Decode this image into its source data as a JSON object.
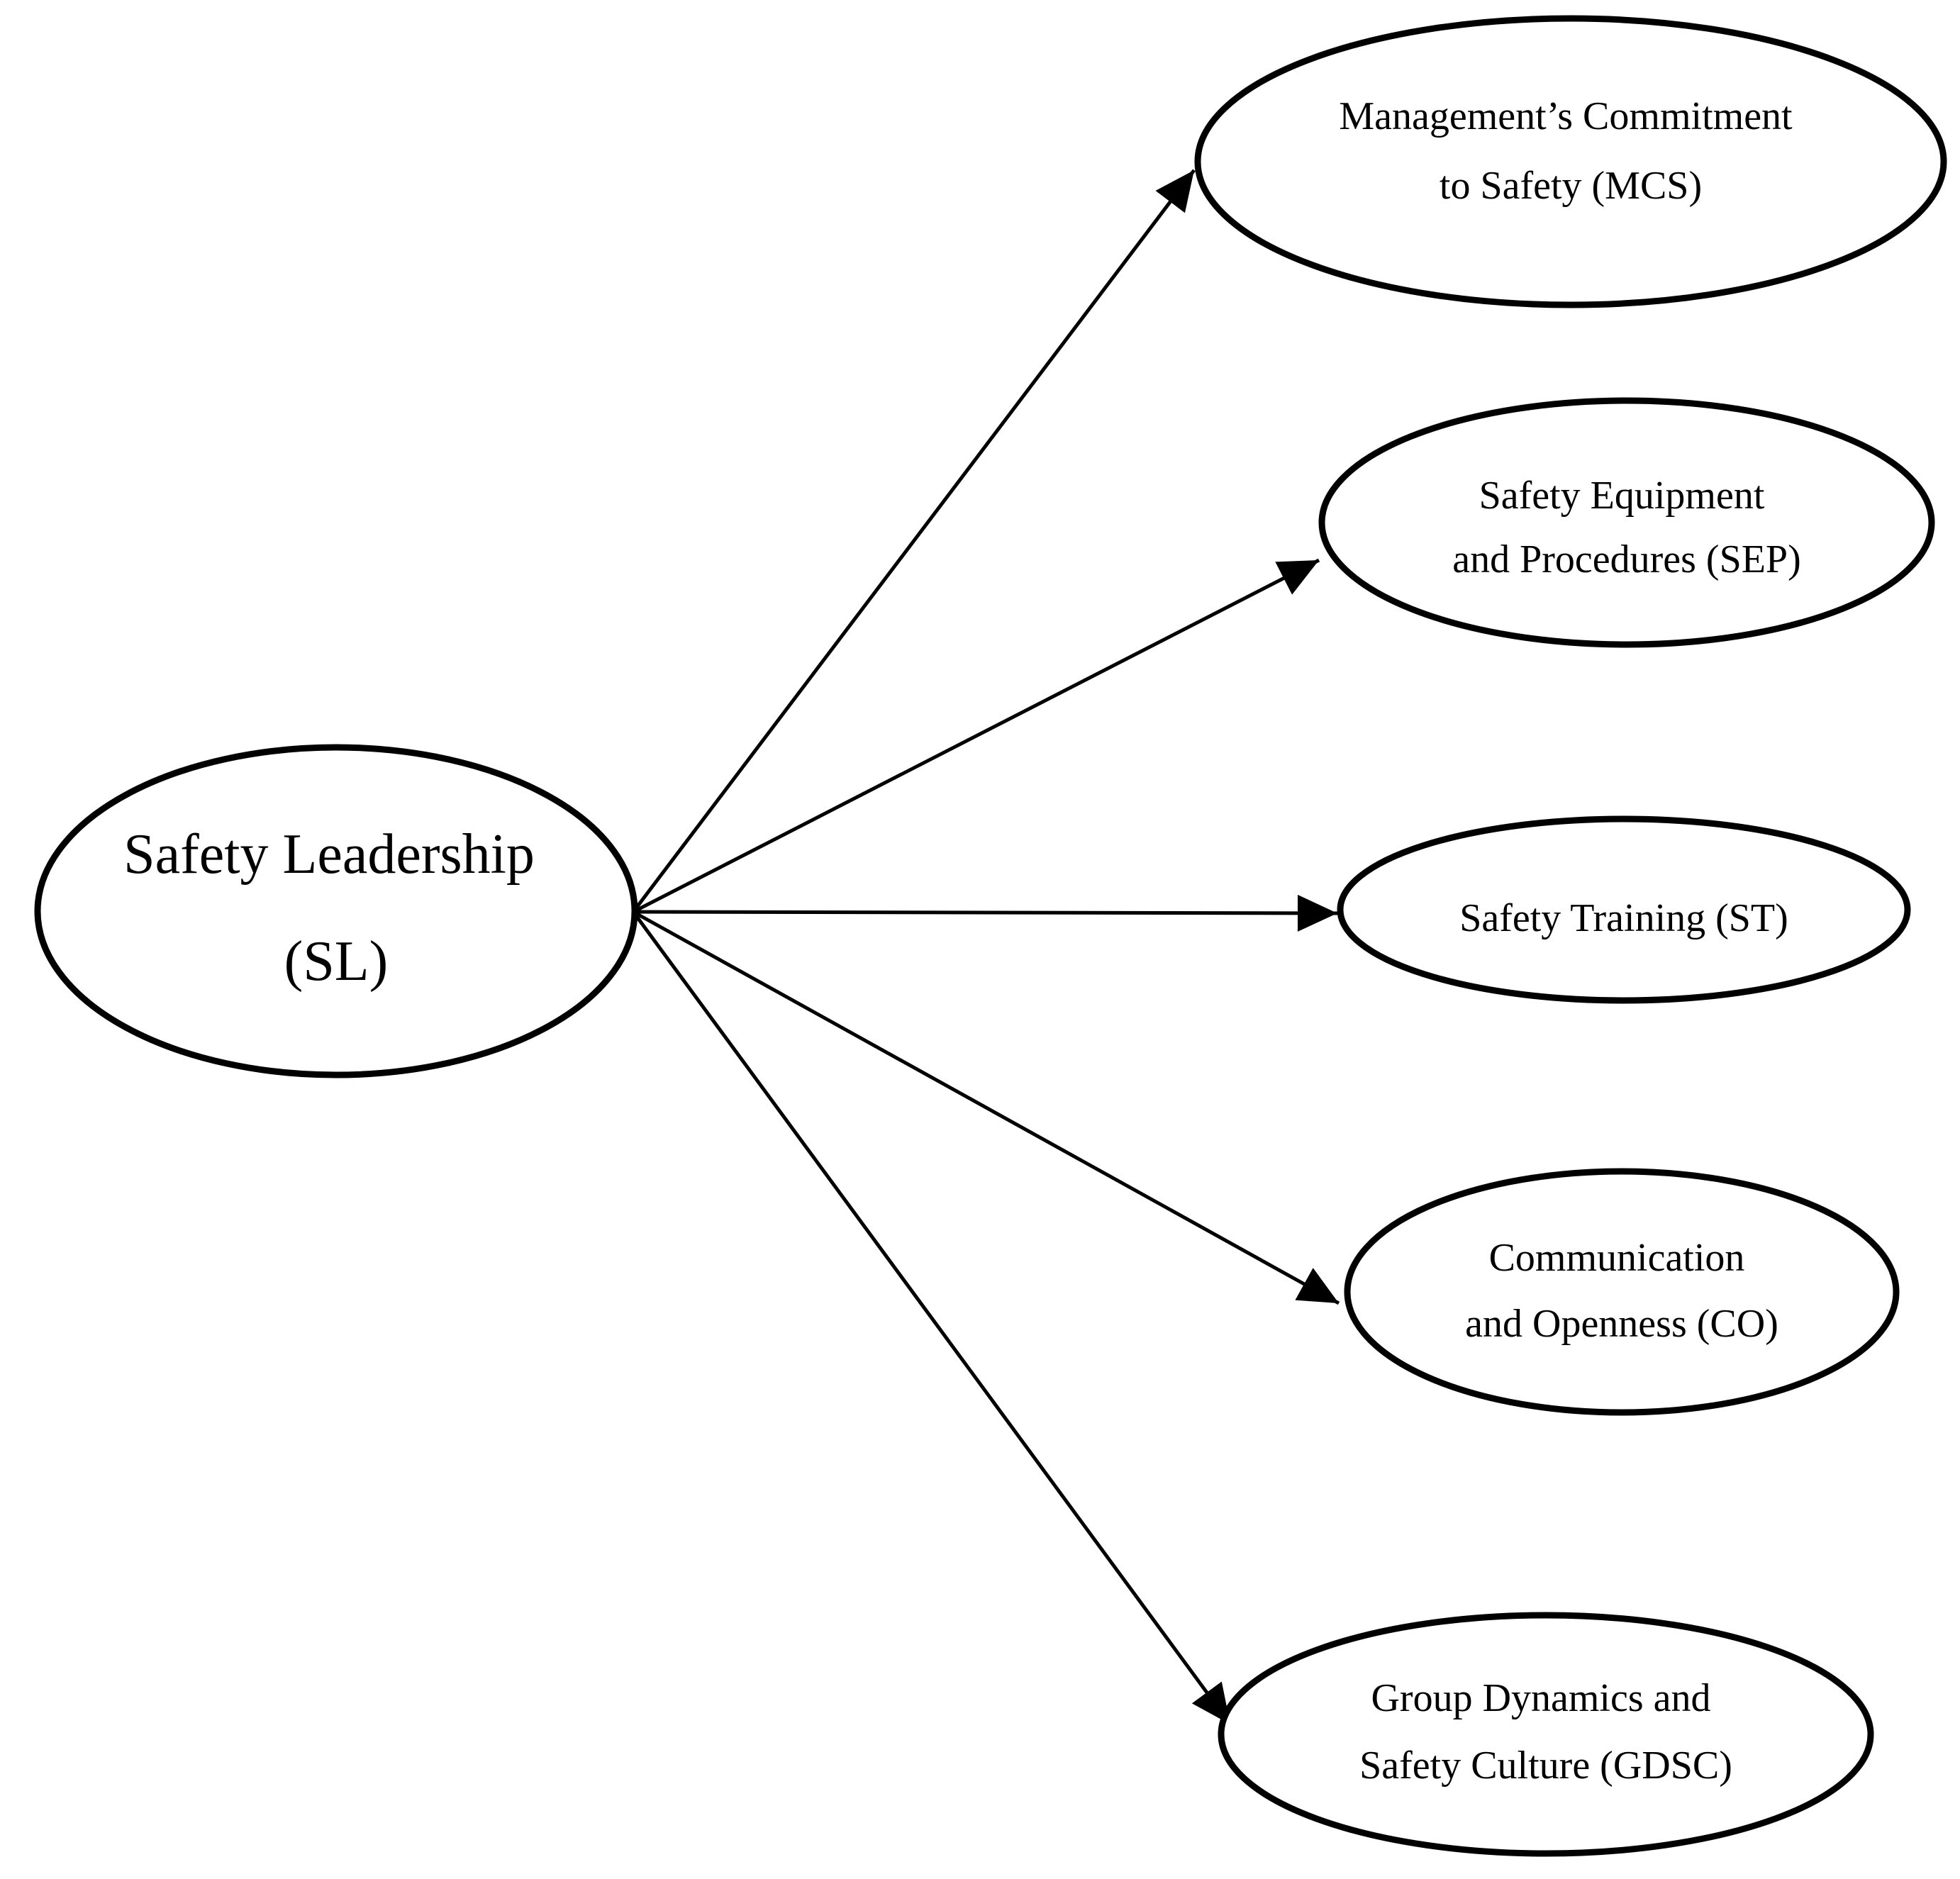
{
  "figure": {
    "background_color": "#ffffff",
    "ink_color": "#000000",
    "nodes": {
      "sl": {
        "abbr": "SL",
        "line1": "Safety Leadership",
        "line2": "(SL)"
      },
      "mcs": {
        "abbr": "MCS",
        "line1": "Management’s Commitment",
        "line2": "to Safety (MCS)"
      },
      "sep": {
        "abbr": "SEP",
        "line1": "Safety Equipment",
        "line2": "and Procedures (SEP)"
      },
      "st": {
        "abbr": "ST",
        "line1": "Safety Training (ST)",
        "line2": ""
      },
      "co": {
        "abbr": "CO",
        "line1": "Communication",
        "line2": "and Openness (CO)"
      },
      "gdsc": {
        "abbr": "GDSC",
        "line1": "Group Dynamics and",
        "line2": "Safety Culture (GDSC)"
      }
    },
    "edges": [
      {
        "from": "SL",
        "to": "MCS"
      },
      {
        "from": "SL",
        "to": "SEP"
      },
      {
        "from": "SL",
        "to": "ST"
      },
      {
        "from": "SL",
        "to": "CO"
      },
      {
        "from": "SL",
        "to": "GDSC"
      }
    ]
  }
}
